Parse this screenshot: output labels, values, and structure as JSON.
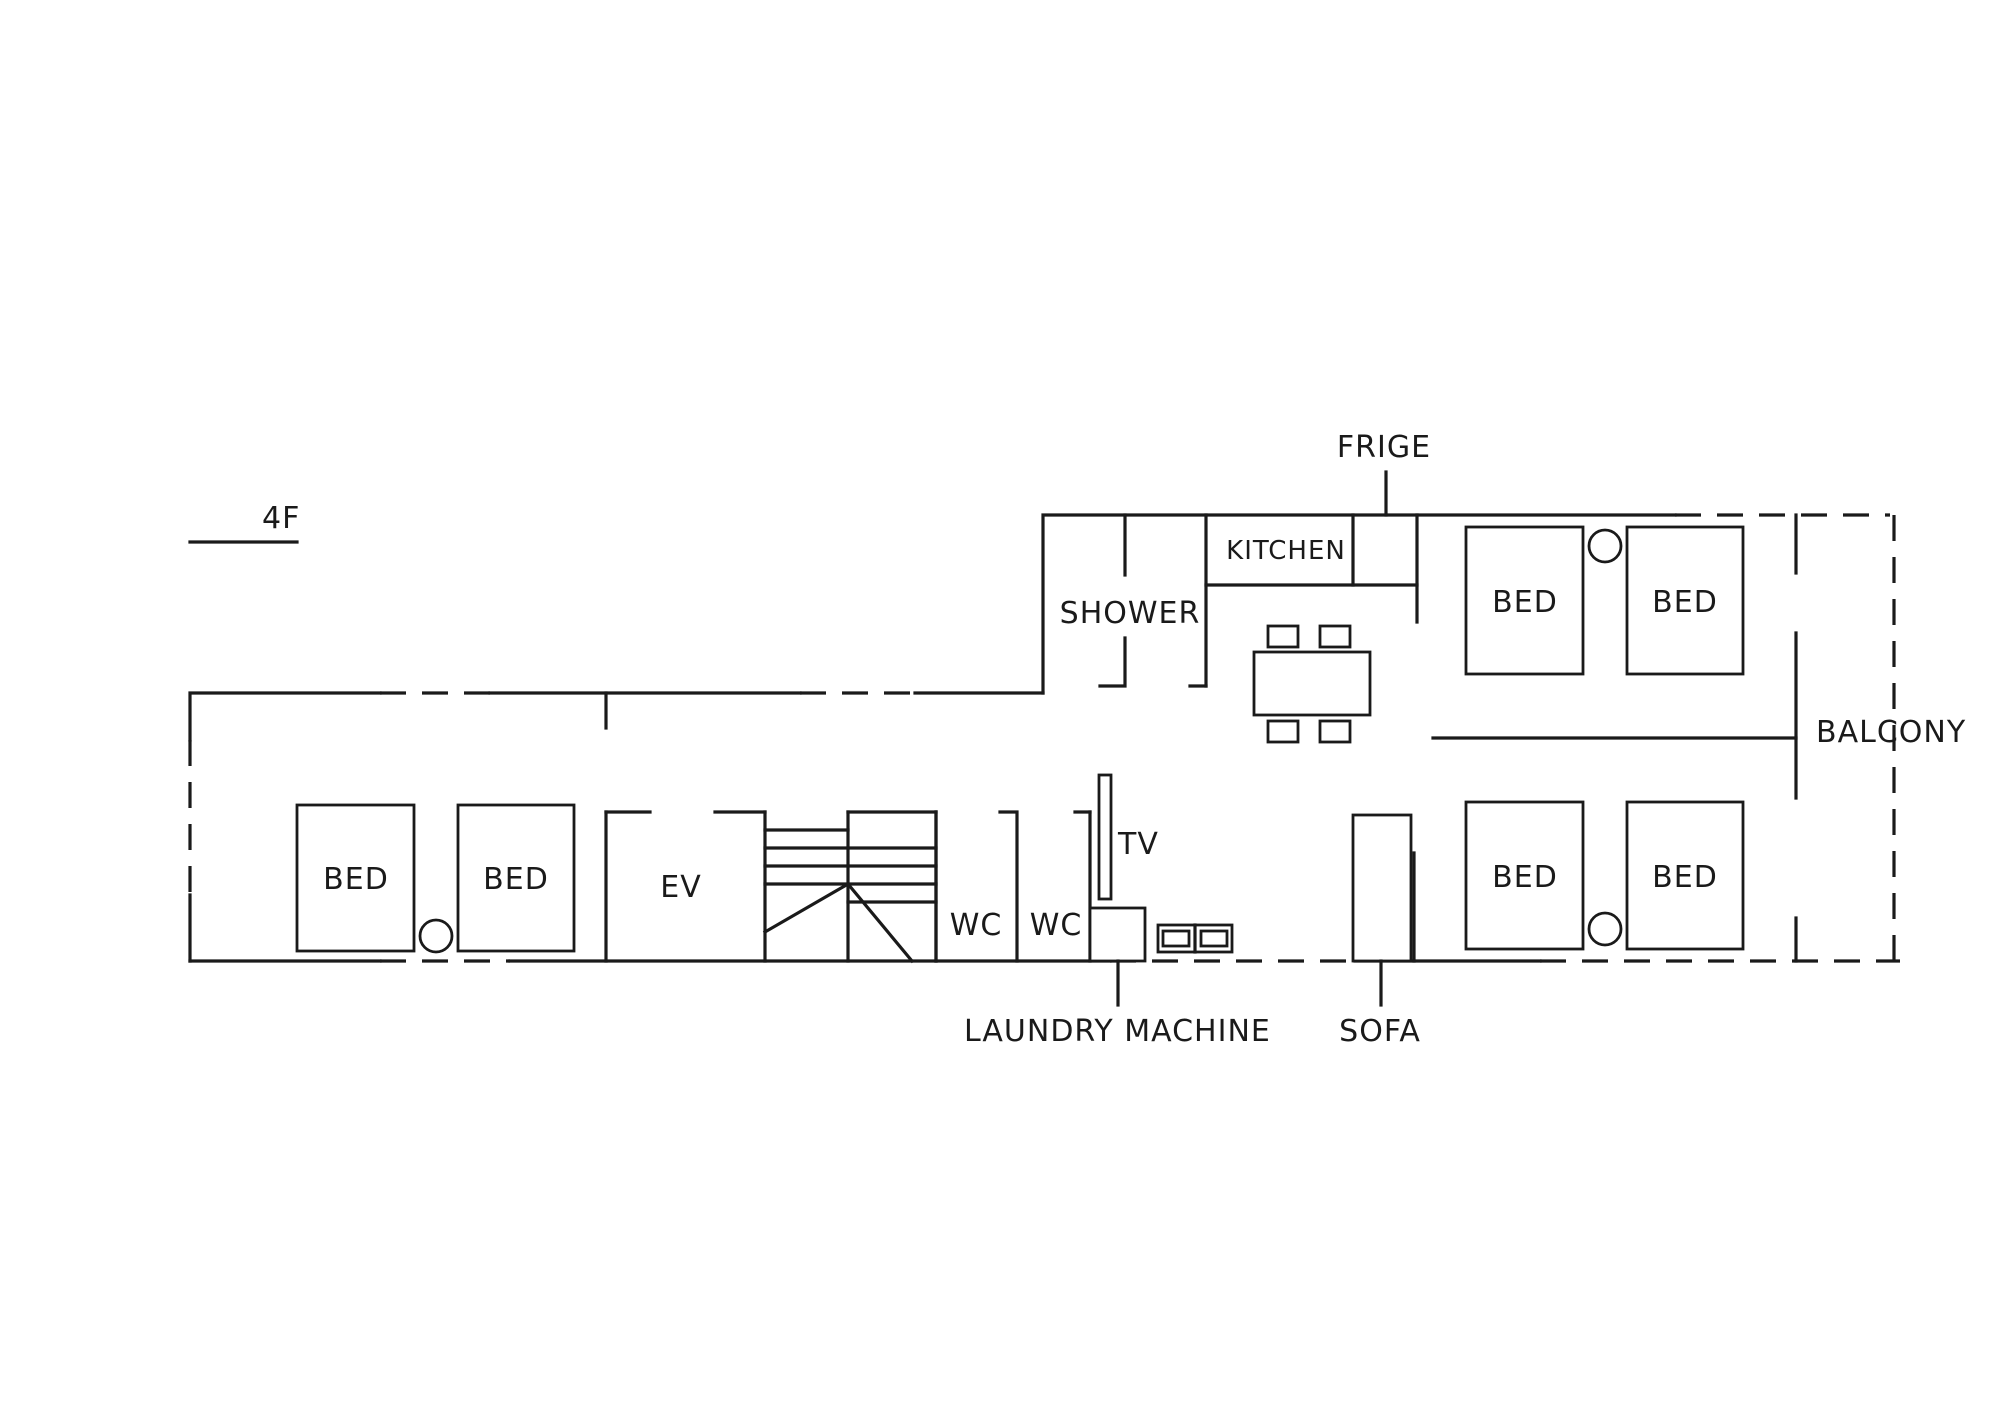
{
  "floor": {
    "label": "4F"
  },
  "labels": {
    "frige": "FRIGE",
    "kitchen": "KITCHEN",
    "shower": "SHOWER",
    "balcony": "BALCONY",
    "ev": "EV",
    "wc": "WC",
    "tv": "TV",
    "laundry": "LAUNDRY MACHINE",
    "sofa": "SOFA",
    "bed": "BED"
  },
  "colors": {
    "line": "#1a1a1a",
    "background": "#ffffff"
  }
}
